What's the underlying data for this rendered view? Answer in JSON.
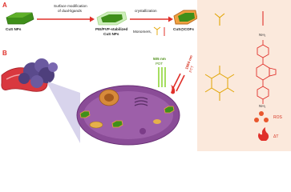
{
  "panel_labels": {
    "a": "A",
    "b": "B"
  },
  "synthesis": {
    "step1_text_line1": "Surface modification",
    "step1_text_line2": "of dual-ligands",
    "step2_text": "crystallization",
    "monomers_text": "Monomers,",
    "start_label": "CuS NPs",
    "middle_label_line1": "PEI/PVP-stabilized",
    "middle_label_line2": "CuS NPs",
    "end_label": "CuS@COFs"
  },
  "irradiation": {
    "green_laser": "505 nm",
    "green_mode": "PDT",
    "nir_laser": "1064 nm",
    "nir_mode": "PTT"
  },
  "legend": {
    "amine_label": "NH₂",
    "ros_label": "ROS",
    "heat_label": "ΔT"
  },
  "colors": {
    "accent_red": "#e0302a",
    "cus_green": "#3f8f1a",
    "panel_bg": "#fbe9dc",
    "cell_purple": "#8a4c97",
    "tumor_blue": "#5a4a8c"
  }
}
